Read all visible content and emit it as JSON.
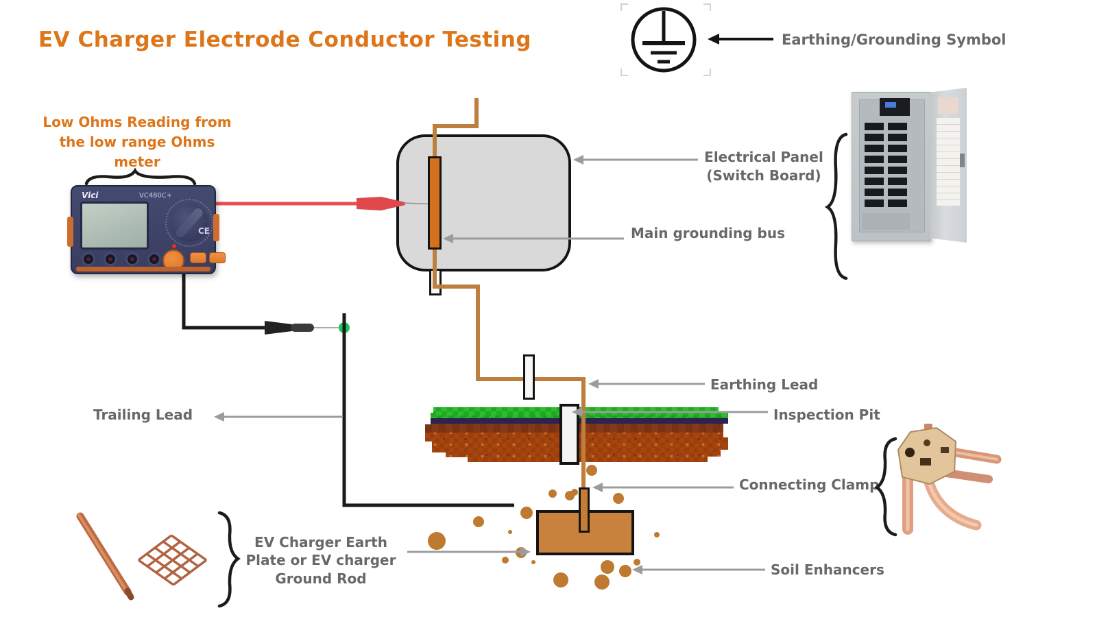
{
  "title": "EV Charger Electrode Conductor Testing",
  "labels": {
    "earthing_symbol": "Earthing/Grounding Symbol",
    "low_ohms_line1": "Low Ohms Reading from",
    "low_ohms_line2": "the low range Ohms meter",
    "electrical_panel_line1": "Electrical Panel",
    "electrical_panel_line2": "(Switch Board)",
    "main_grounding_bus": "Main grounding bus",
    "earthing_lead": "Earthing Lead",
    "inspection_pit": "Inspection Pit",
    "connecting_clamp": "Connecting Clamp",
    "soil_enhancers": "Soil Enhancers",
    "trailing_lead": "Trailing Lead",
    "earth_plate_line1": "EV Charger Earth",
    "earth_plate_line2": "Plate or EV charger",
    "earth_plate_line3": "Ground Rod"
  },
  "meter": {
    "brand": "Vici",
    "model": "VC480C+",
    "ce": "CE"
  },
  "icons": {
    "earthing_grounding_symbol": "circle-with-ground-bars",
    "pointer": "left-arrow",
    "grouping": "curly-brace"
  },
  "colors": {
    "title_orange": "#DD7519",
    "label_gray": "#686868",
    "wire_copper": "#BE7E3E",
    "bus_orange": "#D4711C",
    "panel_gray": "#D9D9D9",
    "lead_red": "#E85050",
    "probe_green": "#1EC35B",
    "grass_green": "#2CBE2C",
    "soil_rust": "#A8450E",
    "earth_brown": "#C8823E",
    "dot_copper": "#BE7A30"
  }
}
